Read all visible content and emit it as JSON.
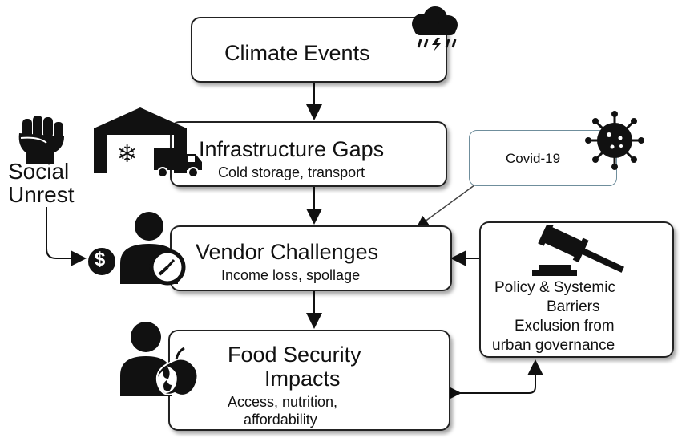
{
  "nodes": {
    "climate": {
      "title": "Climate Events"
    },
    "infrastructure": {
      "title": "Infrastructure Gaps",
      "subtitle": "Cold storage, transport"
    },
    "covid": {
      "title": "Covid-19"
    },
    "social": {
      "line1": "Social",
      "line2": "Unrest"
    },
    "vendor": {
      "title": "Vendor Challenges",
      "subtitle": "Income loss, spollage"
    },
    "policy": {
      "line1": "Policy & Systemic",
      "line2": "Barriers",
      "line3": "Exclusion from",
      "line4": "urban governance"
    },
    "food": {
      "line1": "Food Security",
      "line2": "Impacts",
      "sub1": "Access, nutrition,",
      "sub2": "affordability"
    }
  },
  "icons": {
    "dollar_glyph": "$",
    "snowflake_glyph": "❄"
  }
}
